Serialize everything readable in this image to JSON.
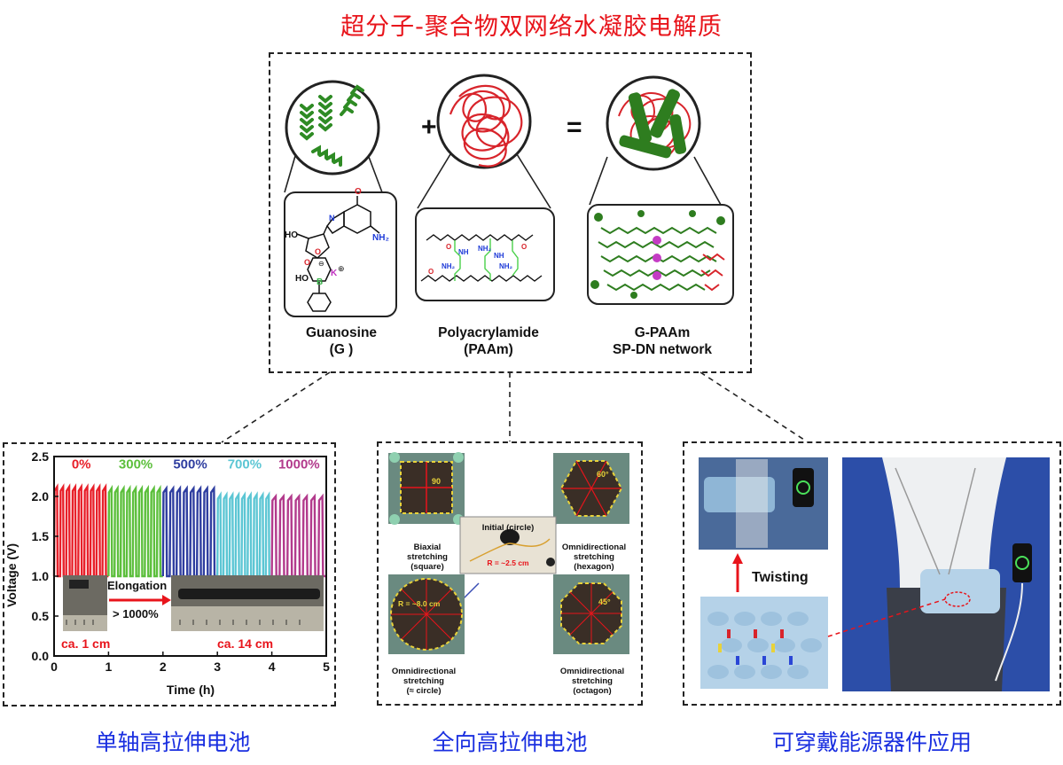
{
  "title": "超分子-聚合物双网络水凝胶电解质",
  "top_panel": {
    "plus": "+",
    "equals": "=",
    "labels": [
      {
        "line1": "Guanosine",
        "line2": "(G )"
      },
      {
        "line1": "Polyacrylamide",
        "line2": "(PAAm)"
      },
      {
        "line1": "G-PAAm",
        "line2": "SP-DN network"
      }
    ],
    "chem": {
      "ho": "HO",
      "ho2": "HO",
      "k": "K",
      "kplus": "⊕",
      "bminus": "⊖",
      "nh2": "NH₂",
      "o": "O",
      "n": "N",
      "b": "B",
      "paam_nh2": "NH₂",
      "paam_o": "O",
      "paam_nh": "NH"
    }
  },
  "chart_data": {
    "type": "line",
    "xlabel": "Time (h)",
    "ylabel": "Voltage (V)",
    "xlim": [
      0,
      5
    ],
    "ylim": [
      0,
      2.5
    ],
    "xticks": [
      "0",
      "1",
      "2",
      "3",
      "4",
      "5"
    ],
    "yticks": [
      "0.0",
      "0.5",
      "1.0",
      "1.5",
      "2.0",
      "2.5"
    ],
    "series": [
      {
        "name": "0%",
        "color": "#e8202a",
        "x_range": [
          0.0,
          1.0
        ],
        "cycles": 9,
        "min": 1.0,
        "max": 2.12
      },
      {
        "name": "300%",
        "color": "#5cbf3c",
        "x_range": [
          1.0,
          2.0
        ],
        "cycles": 9,
        "min": 1.0,
        "max": 2.1
      },
      {
        "name": "500%",
        "color": "#2f3ea0",
        "x_range": [
          2.0,
          3.0
        ],
        "cycles": 8,
        "min": 1.0,
        "max": 2.1
      },
      {
        "name": "700%",
        "color": "#5cc6d4",
        "x_range": [
          3.0,
          4.0
        ],
        "cycles": 9,
        "min": 1.0,
        "max": 2.02
      },
      {
        "name": "1000%",
        "color": "#b23a8c",
        "x_range": [
          4.0,
          5.0
        ],
        "cycles": 7,
        "min": 1.0,
        "max": 2.0
      }
    ],
    "inset": {
      "elongation": "Elongation",
      "ratio": "> 1000%",
      "left_length": "ca. 1 cm",
      "right_length": "ca. 14 cm"
    }
  },
  "middle_panel": {
    "center_label": "Initial (circle)",
    "center_radius": "R = ~2.5 cm",
    "tl": {
      "angle": "90",
      "l1": "Biaxial",
      "l2": "stretching",
      "l3": "(square)"
    },
    "tr": {
      "angle": "60°",
      "l1": "Omnidirectional",
      "l2": "stretching",
      "l3": "(hexagon)"
    },
    "bl": {
      "radius": "R = ~8.0 cm",
      "l1": "Omnidirectional",
      "l2": "stretching",
      "l3": "(≈ circle)"
    },
    "br": {
      "angle": "45°",
      "l1": "Omnidirectional",
      "l2": "stretching",
      "l3": "(octagon)"
    }
  },
  "right_panel": {
    "twisting": "Twisting"
  },
  "captions": {
    "left": "单轴高拉伸电池",
    "middle": "全向高拉伸电池",
    "right": "可穿戴能源器件应用"
  },
  "colors": {
    "title": "#e8141b",
    "caption": "#1a2fe0",
    "arrow": "#e8141b",
    "molecule_green": "#2e7d1f",
    "polymer_red": "#d8242b"
  }
}
